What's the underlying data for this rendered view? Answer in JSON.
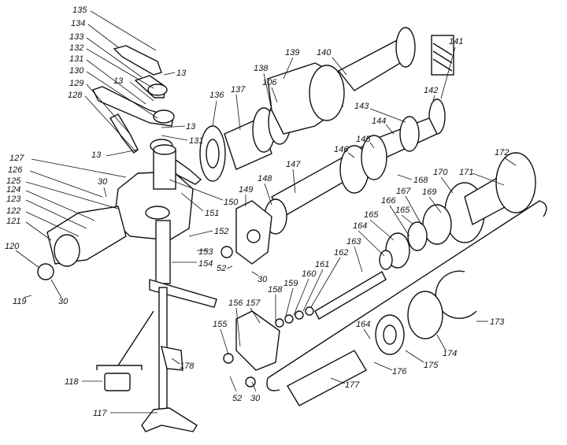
{
  "labels": {
    "l135": "135",
    "l134": "134",
    "l133": "133",
    "l132": "132",
    "l131a": "131",
    "l130": "130",
    "l129": "129",
    "l128": "128",
    "l13a": "13",
    "l13b": "13",
    "l13c": "13",
    "l131b": "131",
    "l13d": "13",
    "l127": "127",
    "l126": "126",
    "l125": "125",
    "l124": "124",
    "l123": "123",
    "l122": "122",
    "l121": "121",
    "l30a": "30",
    "l150": "150",
    "l151": "151",
    "l152": "152",
    "l153": "153",
    "l154": "154",
    "l52a": "52",
    "l30b": "30",
    "l120": "120",
    "l119": "119",
    "l30c": "30",
    "l118": "118",
    "l117": "117",
    "l178": "178",
    "l136": "136",
    "l137": "137",
    "l138": "138",
    "l106": "106",
    "l139": "139",
    "l140": "140",
    "l141": "141",
    "l142": "142",
    "l143": "143",
    "l144": "144",
    "l145": "145",
    "l146": "146",
    "l147": "147",
    "l148": "148",
    "l149": "149",
    "l168": "168",
    "l170": "170",
    "l171": "171",
    "l172": "172",
    "l167": "167",
    "l169": "169",
    "l166": "166",
    "l165a": "165",
    "l165b": "165",
    "l164a": "164",
    "l163": "163",
    "l162": "162",
    "l161": "161",
    "l160": "160",
    "l159": "159",
    "l158": "158",
    "l156": "156",
    "l157": "157",
    "l155": "155",
    "l164b": "164",
    "l173": "173",
    "l174": "174",
    "l175": "175",
    "l176": "176",
    "l177": "177",
    "l52b": "52",
    "l30d": "30"
  }
}
